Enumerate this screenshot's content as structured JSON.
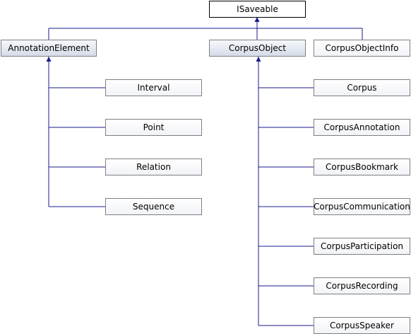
{
  "diagram": {
    "colors": {
      "edge": "#1a1a8c",
      "node_border": "#7f7f7f",
      "root_border": "#000000"
    },
    "nodes": {
      "isaveable": "ISaveable",
      "annotation_element": "AnnotationElement",
      "corpus_object": "CorpusObject",
      "corpus_object_info": "CorpusObjectInfo",
      "interval": "Interval",
      "point": "Point",
      "relation": "Relation",
      "sequence": "Sequence",
      "corpus": "Corpus",
      "corpus_annotation": "CorpusAnnotation",
      "corpus_bookmark": "CorpusBookmark",
      "corpus_communication": "CorpusCommunication",
      "corpus_participation": "CorpusParticipation",
      "corpus_recording": "CorpusRecording",
      "corpus_speaker": "CorpusSpeaker"
    },
    "inheritance": [
      {
        "child": "annotation_element",
        "parent": "isaveable"
      },
      {
        "child": "corpus_object",
        "parent": "isaveable"
      },
      {
        "child": "corpus_object_info",
        "parent": "isaveable"
      },
      {
        "child": "interval",
        "parent": "annotation_element"
      },
      {
        "child": "point",
        "parent": "annotation_element"
      },
      {
        "child": "relation",
        "parent": "annotation_element"
      },
      {
        "child": "sequence",
        "parent": "annotation_element"
      },
      {
        "child": "corpus",
        "parent": "corpus_object"
      },
      {
        "child": "corpus_annotation",
        "parent": "corpus_object"
      },
      {
        "child": "corpus_bookmark",
        "parent": "corpus_object"
      },
      {
        "child": "corpus_communication",
        "parent": "corpus_object"
      },
      {
        "child": "corpus_participation",
        "parent": "corpus_object"
      },
      {
        "child": "corpus_recording",
        "parent": "corpus_object"
      },
      {
        "child": "corpus_speaker",
        "parent": "corpus_object"
      }
    ]
  }
}
